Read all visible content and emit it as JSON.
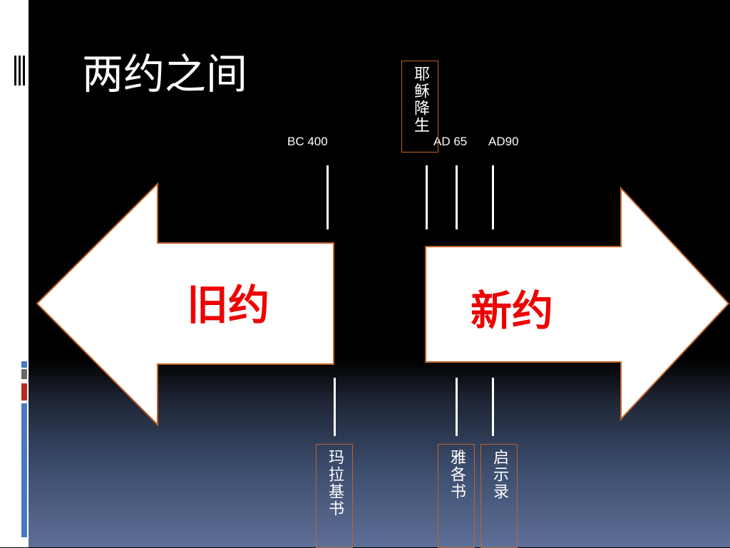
{
  "title": "两约之间",
  "timeline": {
    "years": [
      "BC 400",
      "AD 65",
      "AD90"
    ],
    "top_box": "耶稣降生",
    "bottom_boxes": [
      "玛拉基书",
      "雅各书",
      "启示录"
    ]
  },
  "arrows": {
    "left_label": "旧约",
    "right_label": "新约"
  },
  "colors": {
    "arrow_fill": "#ffffff",
    "arrow_outline": "#c0622a",
    "label_color": "#ee0000"
  }
}
